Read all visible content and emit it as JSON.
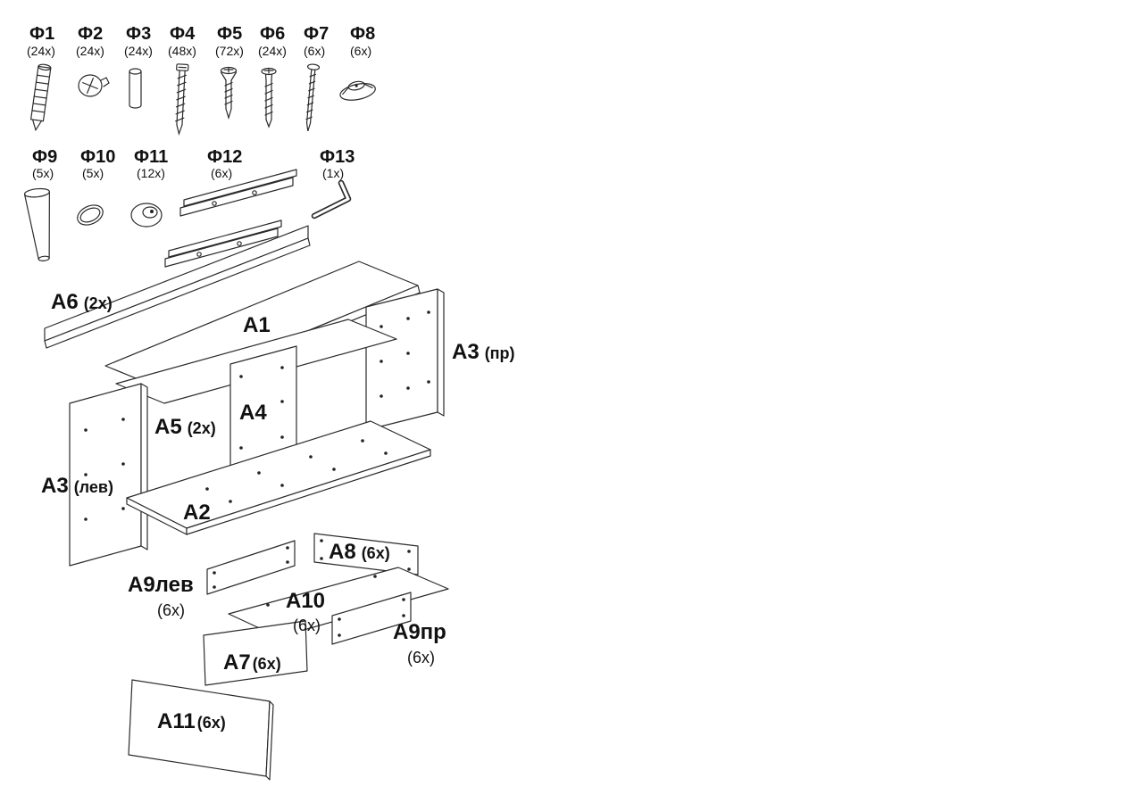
{
  "colors": {
    "line": "#2b2b2b",
    "text": "#111111",
    "background": "#ffffff"
  },
  "hardware": [
    {
      "id": "Ф1",
      "qty": "(24x)",
      "icon": "euro-dowel-bolt-icon"
    },
    {
      "id": "Ф2",
      "qty": "(24x)",
      "icon": "cam-lock-icon"
    },
    {
      "id": "Ф3",
      "qty": "(24x)",
      "icon": "wood-dowel-icon"
    },
    {
      "id": "Ф4",
      "qty": "(48x)",
      "icon": "confirmat-screw-icon"
    },
    {
      "id": "Ф5",
      "qty": "(72x)",
      "icon": "screw-icon"
    },
    {
      "id": "Ф6",
      "qty": "(24x)",
      "icon": "screw-icon"
    },
    {
      "id": "Ф7",
      "qty": "(6x)",
      "icon": "long-screw-icon"
    },
    {
      "id": "Ф8",
      "qty": "(6x)",
      "icon": "cap-washer-icon"
    },
    {
      "id": "Ф9",
      "qty": "(5x)",
      "icon": "furniture-leg-icon"
    },
    {
      "id": "Ф10",
      "qty": "(5x)",
      "icon": "oval-pad-icon"
    },
    {
      "id": "Ф11",
      "qty": "(12x)",
      "icon": "knob-icon"
    },
    {
      "id": "Ф12",
      "qty": "(6x)",
      "icon": "drawer-slide-icon"
    },
    {
      "id": "Ф13",
      "qty": "(1x)",
      "icon": "hex-key-icon"
    }
  ],
  "panels": {
    "a6": {
      "id": "A6",
      "qty": "(2x)"
    },
    "a1": {
      "id": "A1",
      "qty": ""
    },
    "a3r": {
      "id": "A3",
      "qty": "(пр)"
    },
    "a5": {
      "id": "A5",
      "qty": "(2x)"
    },
    "a4": {
      "id": "A4",
      "qty": ""
    },
    "a3l": {
      "id": "A3",
      "qty": "(лев)"
    },
    "a2": {
      "id": "A2",
      "qty": ""
    },
    "a8": {
      "id": "A8",
      "qty": "(6x)"
    },
    "a9l": {
      "id": "A9лев",
      "qty": "(6x)"
    },
    "a10": {
      "id": "A10",
      "qty": "(6x)"
    },
    "a9r": {
      "id": "A9пр",
      "qty": "(6x)"
    },
    "a7": {
      "id": "A7",
      "qty": "(6x)"
    },
    "a11": {
      "id": "A11",
      "qty": "(6x)"
    }
  }
}
